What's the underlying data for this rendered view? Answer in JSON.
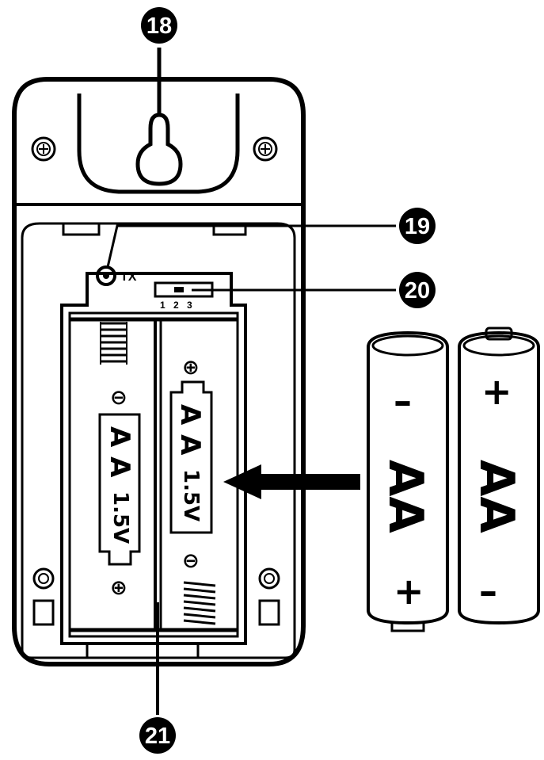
{
  "callouts": {
    "c18": "18",
    "c19": "19",
    "c20": "20",
    "c21": "21"
  },
  "device": {
    "tx_label": "TX",
    "dip_labels": [
      "1",
      "2",
      "3"
    ]
  },
  "compartment": {
    "left_cell": {
      "type": "A A",
      "voltage": "1.5V",
      "top_symbol": "⊖",
      "bottom_symbol": "⊕"
    },
    "right_cell": {
      "type": "A A",
      "voltage": "1.5V",
      "top_symbol": "⊕",
      "bottom_symbol": "⊖"
    }
  },
  "batteries": [
    {
      "type": "AA",
      "top_sign": "–",
      "bottom_sign": "+"
    },
    {
      "type": "AA",
      "top_sign": "+",
      "bottom_sign": "–"
    }
  ]
}
